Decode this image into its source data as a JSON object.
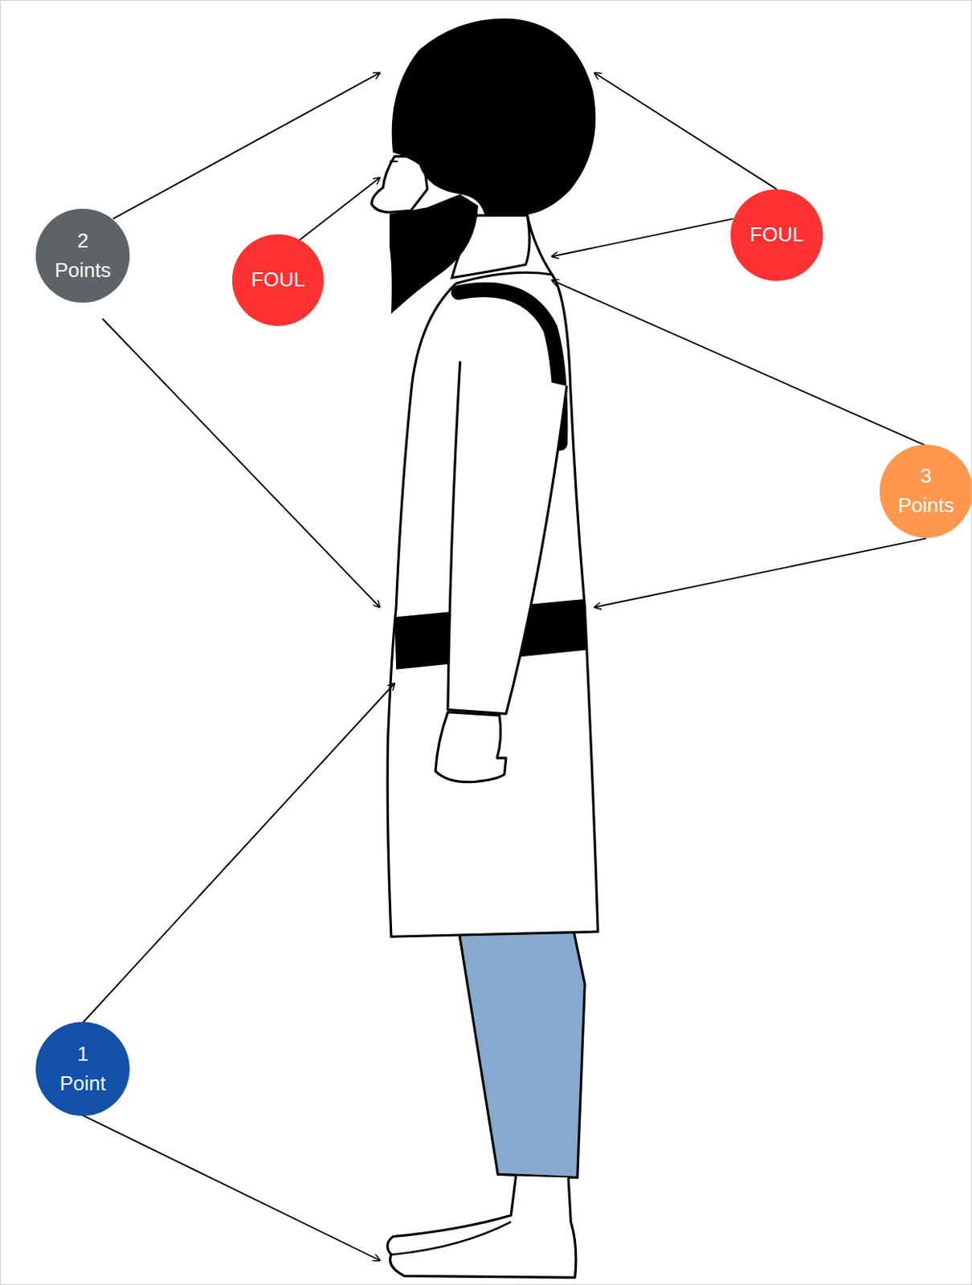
{
  "diagram": {
    "nodes": [
      {
        "text": [
          "2 Points"
        ]
      },
      {
        "text": [
          "FOUL"
        ]
      },
      {
        "text": [
          "FOUL"
        ]
      },
      {
        "text": [
          "3 Points"
        ]
      },
      {
        "text": [
          "1 Point"
        ]
      }
    ]
  }
}
